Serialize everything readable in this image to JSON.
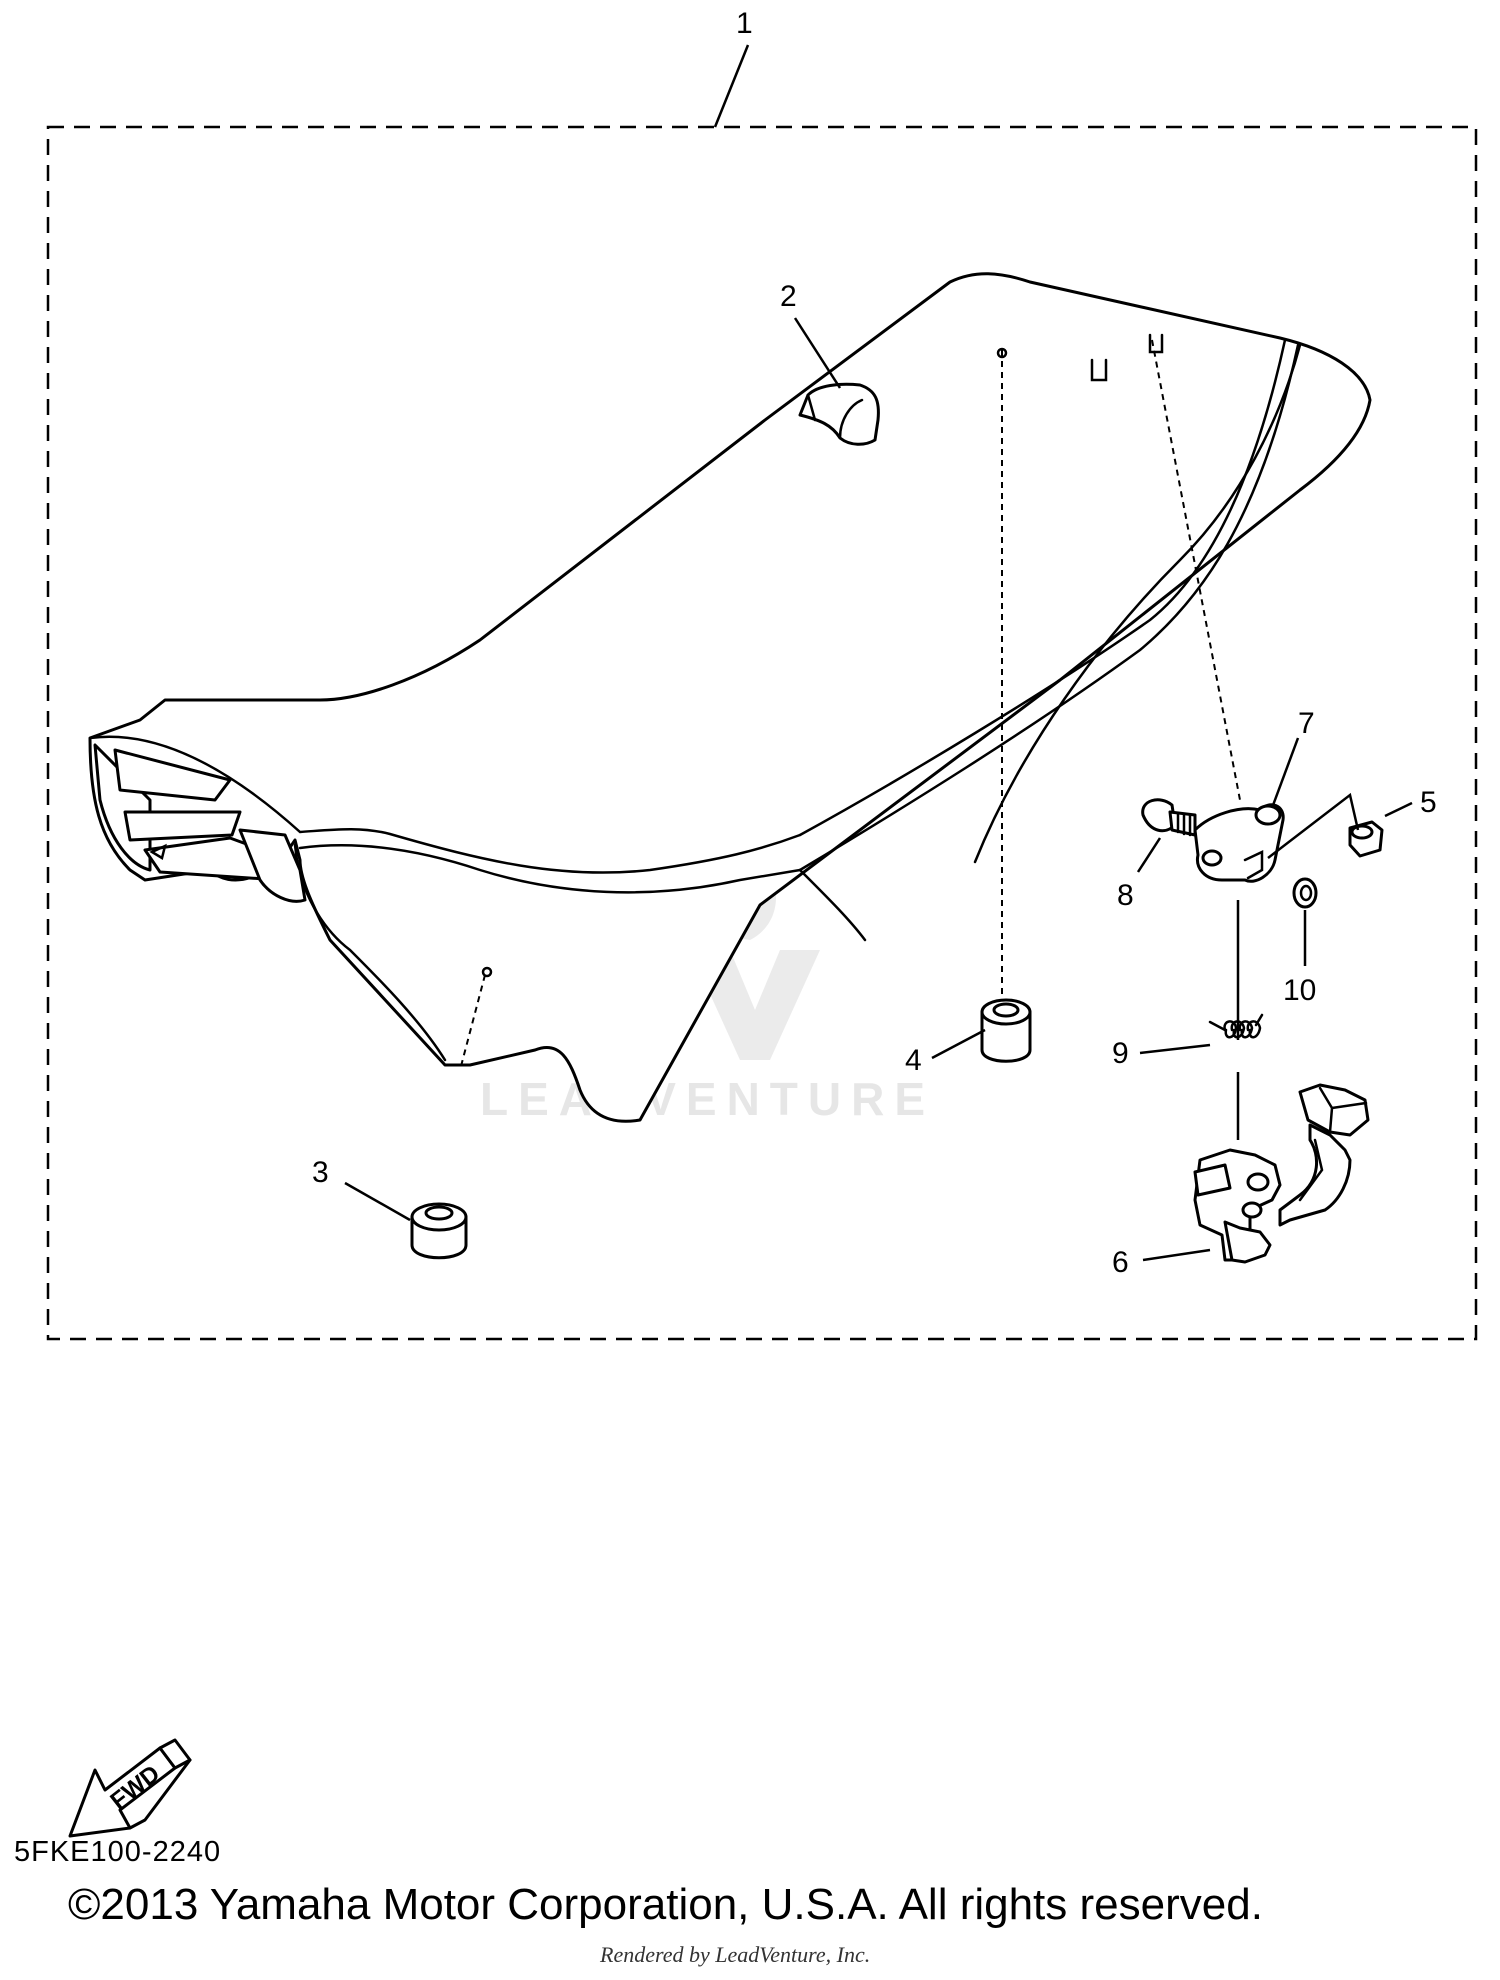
{
  "callouts": [
    "1",
    "2",
    "3",
    "4",
    "5",
    "6",
    "7",
    "8",
    "9",
    "10"
  ],
  "fwd_label": "FWD",
  "watermark_text": "LEADVENTURE",
  "diagram_code": "5FKE100-2240",
  "copyright": "©2013 Yamaha Motor Corporation, U.S.A. All rights reserved.",
  "rendered_by": "Rendered by LeadVenture, Inc."
}
